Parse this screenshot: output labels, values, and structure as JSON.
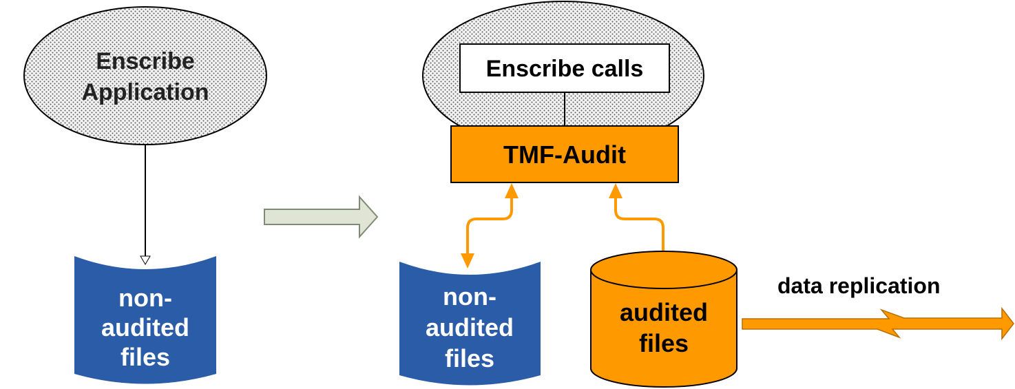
{
  "left_app": {
    "line1": "Enscribe",
    "line2": "Application"
  },
  "left_cylinder": {
    "line1": "non-",
    "line2": "audited",
    "line3": "files"
  },
  "right_app": {
    "calls_label": "Enscribe calls",
    "audit_label": "TMF-Audit"
  },
  "right_nonaudited": {
    "line1": "non-",
    "line2": "audited",
    "line3": "files"
  },
  "right_audited": {
    "line1": "audited",
    "line2": "files"
  },
  "replication_label": "data replication",
  "colors": {
    "blue_cylinder": "#2b5ca8",
    "orange": "#ff9900",
    "ellipse_fill": "#eeeeee",
    "transition_arrow": "#dfe4d5"
  }
}
